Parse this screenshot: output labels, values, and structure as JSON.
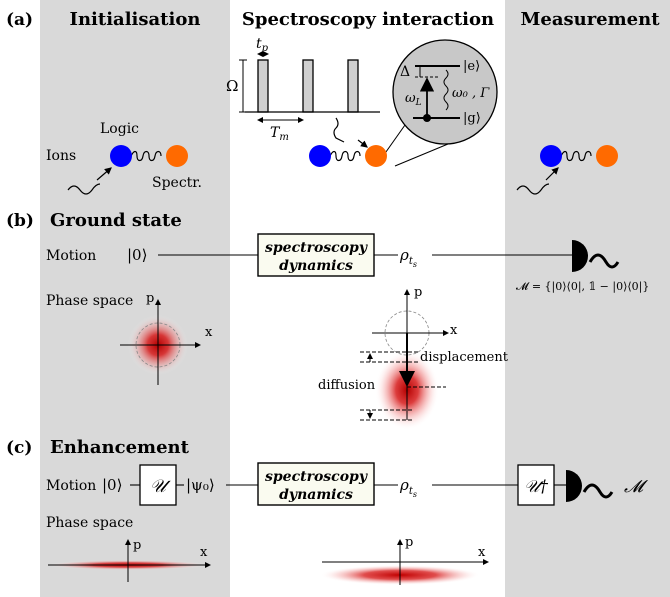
{
  "panel_a": {
    "label": "(a)",
    "col_init": "Initialisation",
    "col_spec": "Spectroscopy interaction",
    "col_meas": "Measurement",
    "t_p": "t",
    "t_p_sub": "p",
    "omega": "Ω",
    "T_m": "T",
    "T_m_sub": "m",
    "logic": "Logic",
    "ions": "Ions",
    "spectr": "Spectr.",
    "delta": "Δ",
    "ket_e": "|e⟩",
    "ket_g": "|g⟩",
    "omega_L": "ω",
    "omega_L_sub": "L",
    "omega0_gamma": "ω₀ , Γ"
  },
  "panel_b": {
    "label": "(b)",
    "title": "Ground state",
    "motion": "Motion",
    "ket0": "|0⟩",
    "box_line1": "spectroscopy",
    "box_line2": "dynamics",
    "rho": "ρ",
    "rho_sub": "t",
    "rho_subsub": "s",
    "measure_set": "𝓜 = {|0⟩⟨0|, 𝟙 − |0⟩⟨0|}",
    "phase_space": "Phase space",
    "p": "p",
    "x": "x",
    "displacement": "displacement",
    "diffusion": "diffusion"
  },
  "panel_c": {
    "label": "(c)",
    "title": "Enhancement",
    "motion": "Motion",
    "ket0": "|0⟩",
    "U": "𝒰",
    "psi0": "|ψ₀⟩",
    "box_line1": "spectroscopy",
    "box_line2": "dynamics",
    "rho": "ρ",
    "rho_sub": "t",
    "rho_subsub": "s",
    "U_dag": "𝒰†",
    "M": "𝓜",
    "phase_space": "Phase space",
    "p": "p",
    "x": "x"
  },
  "colors": {
    "panel_bg": "#d9d9d9",
    "logic_ion": "#0000ff",
    "spectr_ion": "#ff6a00",
    "gauss_core": "#c00000",
    "box_fill": "#fafbf0"
  }
}
